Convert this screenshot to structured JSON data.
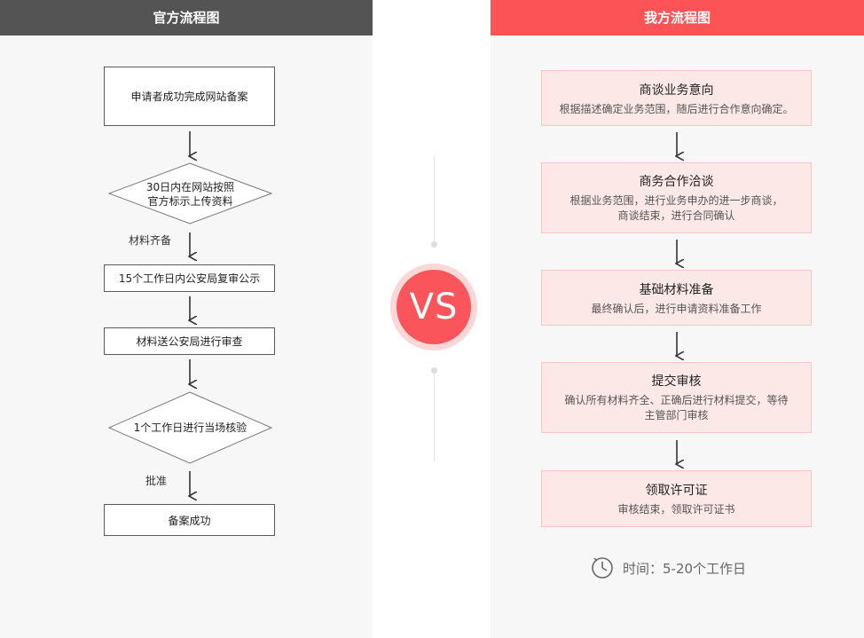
{
  "left": {
    "header": "官方流程图",
    "steps": [
      "申请者成功完成网站备案",
      "30日内在网站按照",
      "官方标示上传资料",
      "15个工作日内公安局复审公示",
      "材料送公安局进行审查",
      "1个工作日进行当场核验",
      "备案成功"
    ],
    "labels": {
      "materials_ready": "材料齐备",
      "approve": "批准"
    }
  },
  "vs": "VS",
  "right": {
    "header": "我方流程图",
    "steps": [
      {
        "title": "商谈业务意向",
        "desc": [
          "根据描述确定业务范围，随后进行合作意向确定。"
        ]
      },
      {
        "title": "商务合作洽谈",
        "desc": [
          "根据业务范围，进行业务申办的进一步商谈，",
          "商谈结束，进行合同确认"
        ]
      },
      {
        "title": "基础材料准备",
        "desc": [
          "最终确认后，进行申请资料准备工作"
        ]
      },
      {
        "title": "提交审核",
        "desc": [
          "确认所有材料齐全、正确后进行材料提交，等待",
          "主管部门审核"
        ]
      },
      {
        "title": "领取许可证",
        "desc": [
          "审核结束，领取许可证书"
        ]
      }
    ],
    "time": {
      "icon": "clock-icon",
      "text": "时间：5-20个工作日"
    }
  },
  "colors": {
    "left_header": "#545454",
    "right_header": "#fb5356",
    "vs": "#f9555a",
    "step_bg": "#fde8e8"
  }
}
